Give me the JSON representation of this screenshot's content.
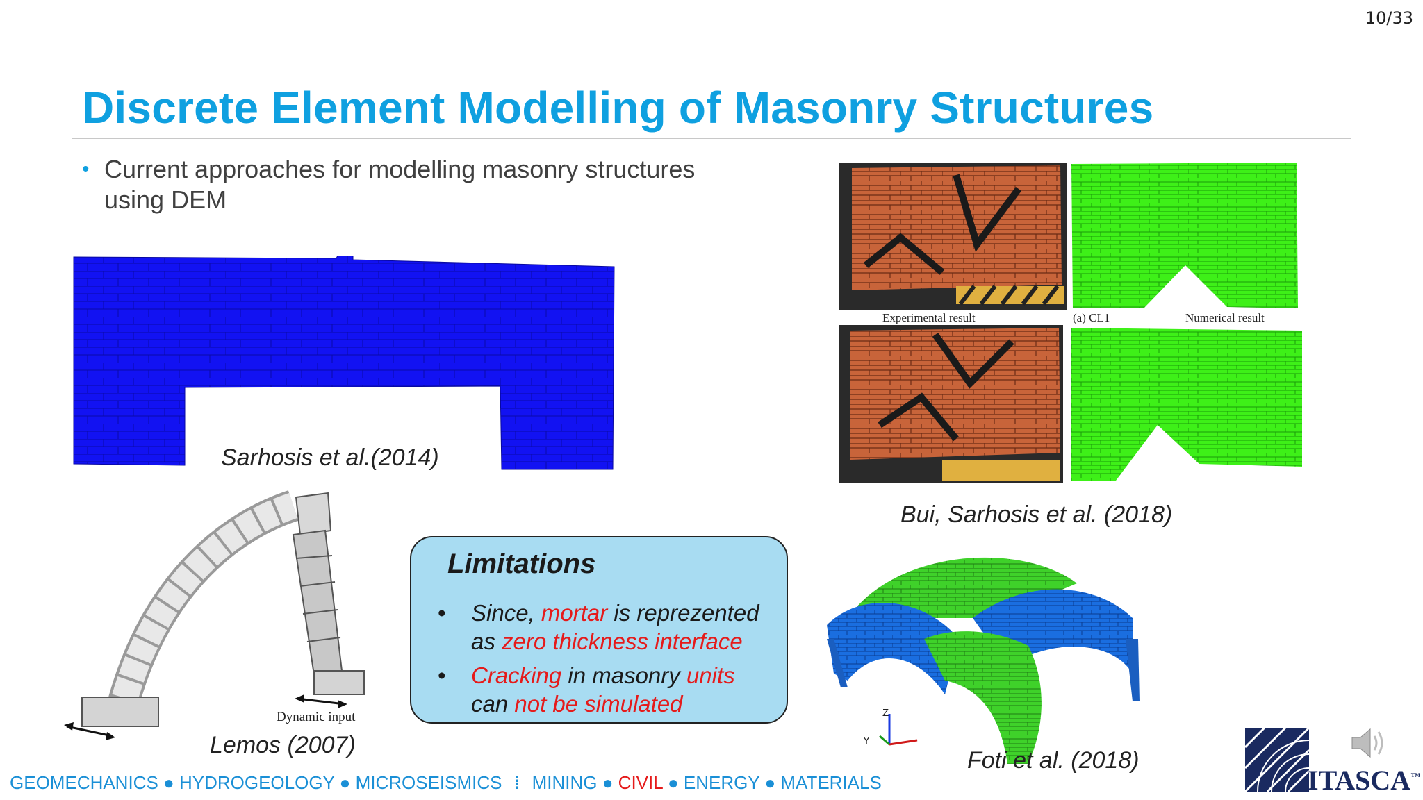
{
  "slide": {
    "page_number": "10/33",
    "title": "Discrete Element Modelling of Masonry Structures",
    "bullet_text": "Current approaches for modelling masonry structures using DEM"
  },
  "figures": {
    "sarhosis": {
      "caption": "Sarhosis et al.(2014)",
      "color": "#1010f0"
    },
    "bui": {
      "caption": "Bui, Sarhosis et al. (2018)",
      "label_experimental": "Experimental result",
      "label_case": "(a)  CL1",
      "label_numerical": "Numerical result",
      "brick_color": "#c8643a",
      "numerical_color": "#3ef018"
    },
    "lemos": {
      "caption": "Lemos (2007)",
      "label_dynamic": "Dynamic input"
    },
    "foti": {
      "caption": "Foti et al. (2018)",
      "axis_z": "Z",
      "axis_y": "Y",
      "color_green": "#3fd12a",
      "color_blue": "#1a6ee0"
    }
  },
  "limitations": {
    "title": "Limitations",
    "item1": {
      "p1": "Since, ",
      "p2": "mortar",
      "p3": " is reprezented as ",
      "p4": "zero thickness interface"
    },
    "item2": {
      "p1": "Cracking",
      "p2": " in masonry ",
      "p3": "units",
      "p4": " can ",
      "p5": "not be simulated"
    }
  },
  "footer": {
    "left": "GEOMECHANICS ● HYDROGEOLOGY ● MICROSEISMICS",
    "sep": "⁞",
    "mid1": "MINING ● ",
    "civil": "CIVIL",
    "mid2": " ● ENERGY ● MATERIALS"
  },
  "logo": {
    "text": "ITASCA",
    "tm": "™"
  },
  "colors": {
    "accent": "#0fa0e0",
    "highlight_red": "#e51b1b",
    "box_fill": "#a8dcf2"
  },
  "icons": {
    "speaker": "speaker-icon"
  }
}
